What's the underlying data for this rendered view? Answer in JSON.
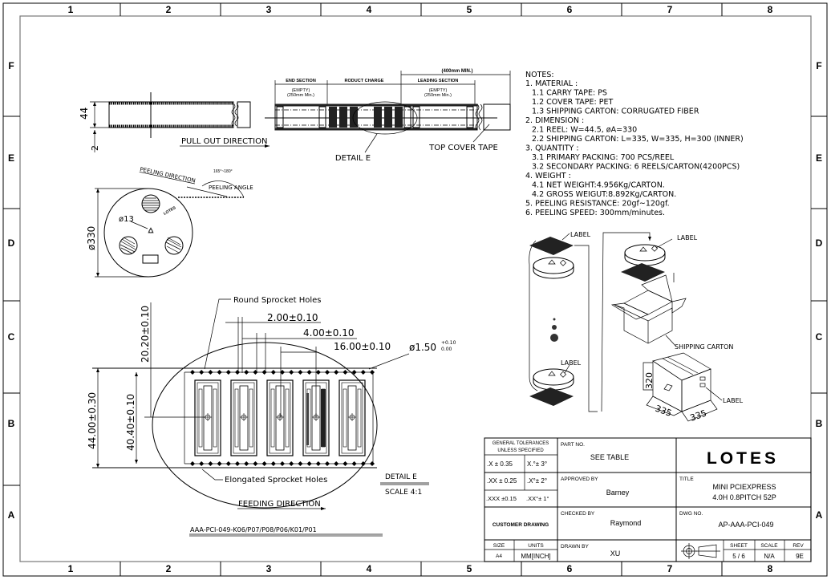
{
  "frame": {
    "columns": [
      "1",
      "2",
      "3",
      "4",
      "5",
      "6",
      "7",
      "8"
    ],
    "rows": [
      "F",
      "E",
      "D",
      "C",
      "B",
      "A"
    ]
  },
  "tape_side_view": {
    "width_dim": "44",
    "thickness_dim": "2",
    "pull_direction": "PULL OUT DIRECTION"
  },
  "tape_sections": {
    "end_section": "END SECTION",
    "end_section_note1": "(EMPTY)",
    "end_section_note2": "(250mm Min.)",
    "product_charge": "RODUCT CHARGE",
    "leading_section": "LEADING SECTION",
    "leading_section_note1": "(EMPTY)",
    "leading_section_note2": "(250mm Min.)",
    "leader_min": "(400mm MIN.)",
    "detail_label": "DETAIL E",
    "top_cover_tape": "TOP COVER TAPE"
  },
  "reel_view": {
    "peeling_direction": "PEELING DIRECTION",
    "peeling_angle": "PEELING ANGLE",
    "angle_range": "165°~180°",
    "reel_diameter": "ø330",
    "hub_diameter": "ø13",
    "logo": "LOTES"
  },
  "detail_e": {
    "round_holes": "Round Sprocket Holes",
    "elongated_holes": "Elongated Sprocket Holes",
    "dim_pitch_hole": "2.00±0.10",
    "dim_hole_pitch": "4.00±0.10",
    "dim_pocket_pitch": "16.00±0.10",
    "dim_hole_dia": "ø1.50",
    "dim_hole_tol_plus": "+0.10",
    "dim_hole_tol_minus": "0.00",
    "dim_center": "20.20±0.10",
    "dim_tape_width": "44.00±0.30",
    "dim_hole_span": "40.40±0.10",
    "title": "DETAIL E",
    "scale": "SCALE 4:1",
    "feeding_direction": "FEEDING DIRECTION",
    "part_numbers": "AAA-PCI-049-K06/P07/P08/P06/K01/P01"
  },
  "notes": {
    "heading": "NOTES:",
    "lines": [
      "1. MATERIAL :",
      "  1.1  CARRY TAPE: PS",
      "  1.2  COVER TAPE: PET",
      "  1.3  SHIPPING CARTON: CORRUGATED FIBER",
      "2. DIMENSION :",
      "  2.1  REEL: W=44.5, øA=330",
      "  2.2  SHIPPING CARTON: L=335, W=335, H=300 (INNER)",
      "3. QUANTITY :",
      "  3.1  PRIMARY PACKING: 700 PCS/REEL",
      "  3.2  SECONDARY PACKING: 6 REELS/CARTON(4200PCS)",
      "4. WEIGHT :",
      "  4.1  NET WEIGHT:4.956Kg/CARTON.",
      "  4.2  GROSS WEIGUT:8.892Kg/CARTON.",
      "5. PEELING RESISTANCE: 20gf~120gf.",
      "6. PEELING SPEED: 300mm/minutes."
    ]
  },
  "packing": {
    "label_1": "LABEL",
    "label_2": "LABEL",
    "label_3": "LABEL",
    "label_4": "LABEL",
    "shipping_carton": "SHIPPING CARTON",
    "carton_height": "320",
    "carton_length": "335",
    "carton_width": "335"
  },
  "title_block": {
    "tolerances_heading_1": "GENERAL TOLERANCES",
    "tolerances_heading_2": "UNLESS SPECIFIED",
    "tol_x": ".X ± 0.35",
    "tol_xa": "X.°± 3°",
    "tol_xx": ".XX ± 0.25",
    "tol_xxa": ".X°± 2°",
    "tol_xxx": ".XXX ±0.15",
    "tol_xxxa": ".XX°± 1°",
    "customer_drawing": "CUSTOMER DRAWING",
    "size_label": "SIZE",
    "size_value": "A4",
    "units_label": "UNITS",
    "units_value": "MM[INCH]",
    "part_no_label": "PART NO.",
    "part_no_value": "SEE TABLE",
    "approved_by_label": "APPROVED BY",
    "approved_by_value": "Barney",
    "checked_by_label": "CHECKED BY",
    "checked_by_value": "Raymond",
    "drawn_by_label": "DRAWN BY",
    "drawn_by_value": "XU",
    "company_logo": "LOTES",
    "title_label": "TITLE",
    "title_line1": "MINI PCIEXPRESS",
    "title_line2": "4.0H 0.8PITCH 52P",
    "dwg_no_label": "DWG NO.",
    "dwg_no_value": "AP-AAA-PCI-049",
    "sheet_label": "SHEET",
    "sheet_value": "5 / 6",
    "scale_label": "SCALE",
    "scale_value": "N/A",
    "rev_label": "REV",
    "rev_value": "9E"
  }
}
